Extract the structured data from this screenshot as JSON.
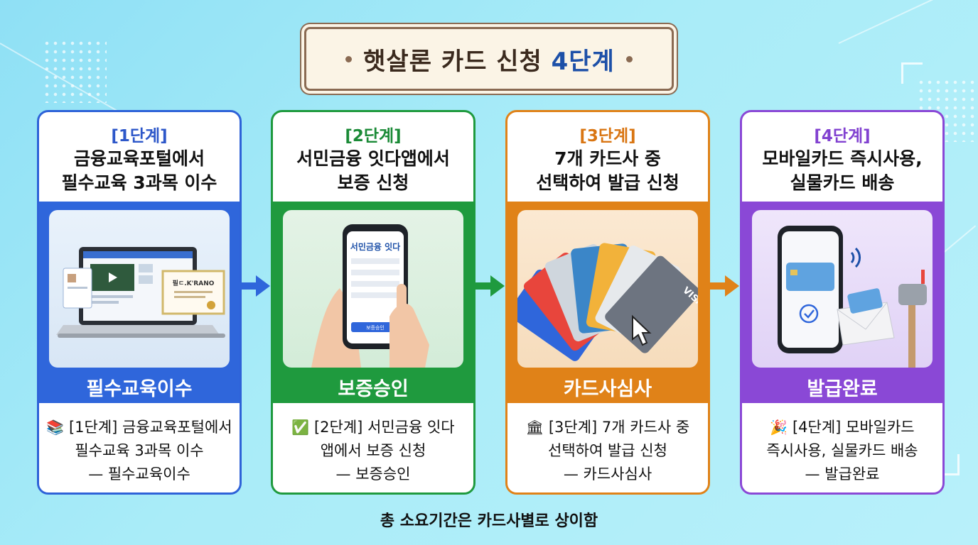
{
  "title": {
    "prefix": "햇살론 카드 신청 ",
    "accent": "4단계"
  },
  "steps": [
    {
      "step": "[1단계]",
      "head1": "금융교육포털에서",
      "head2": "필수교육 3과목 이수",
      "label": "필수교육이수",
      "icon": "📚",
      "desc1": "[1단계] 금융교육포털에서",
      "desc2": "필수교육 3과목 이수",
      "desc3": "— 필수교육이수",
      "screen_title": "필ㄷ.K'RANO"
    },
    {
      "step": "[2단계]",
      "head1": "서민금융 잇다앱에서",
      "head2": "보증 신청",
      "label": "보증승인",
      "icon": "✅",
      "desc1": "[2단계] 서민금융 잇다",
      "desc2": "앱에서 보증 신청",
      "desc3": "— 보증승인",
      "phone_title": "서민금융 잇다",
      "phone_button": "보증승인"
    },
    {
      "step": "[3단계]",
      "head1": "7개 카드사 중",
      "head2": "선택하여 발급 신청",
      "label": "카드사심사",
      "icon": "🏛",
      "desc1": "[3단계] 7개 카드사 중",
      "desc2": "선택하여 발급 신청",
      "desc3": "— 카드사심사",
      "card_brand": "VISA"
    },
    {
      "step": "[4단계]",
      "head1": "모바일카드 즉시사용,",
      "head2": "실물카드 배송",
      "label": "발급완료",
      "icon": "🎉",
      "desc1": "[4단계] 모바일카드",
      "desc2": "즉시사용, 실물카드 배송",
      "desc3": "— 발급완료"
    }
  ],
  "footer": "총 소요기간은 카드사별로 상이함",
  "colors": {
    "step1": "#2f66db",
    "step2": "#1f9a3e",
    "step3": "#e08218",
    "step4": "#8a48d6",
    "banner_border": "#8a6a52"
  },
  "icons": [
    "arrow-right-icon",
    "books-icon",
    "check-icon",
    "bank-icon",
    "party-popper-icon",
    "laptop-icon",
    "phone-icon",
    "cards-icon",
    "mailbox-icon"
  ]
}
